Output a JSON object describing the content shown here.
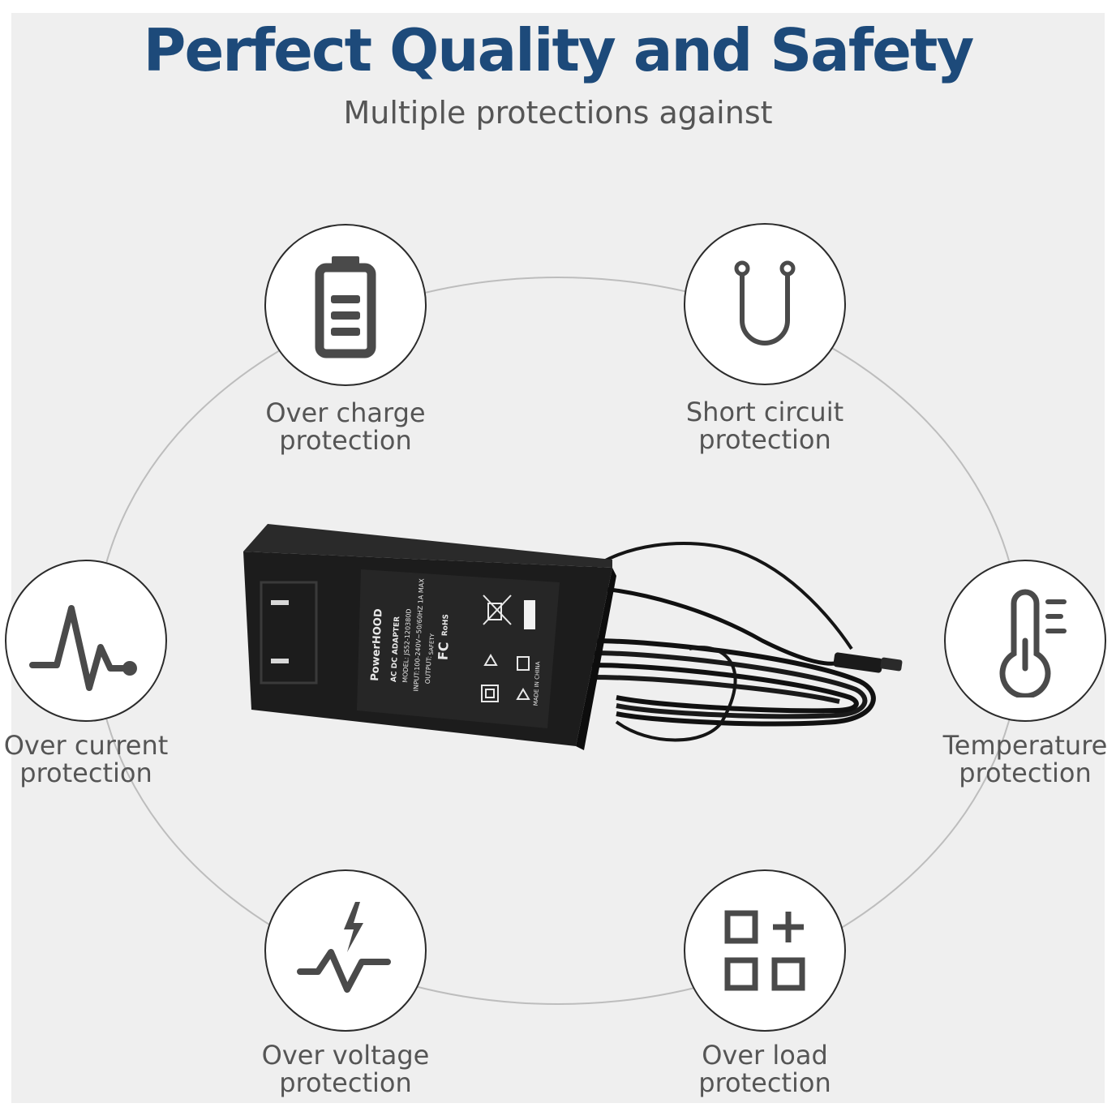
{
  "header": {
    "title": "Perfect Quality and Safety",
    "subtitle": "Multiple protections against"
  },
  "colors": {
    "title": "#1d4a7a",
    "text": "#555555",
    "icon": "#4a4a4a",
    "panel": "#efefef",
    "ring": "#bbbbbb"
  },
  "features": [
    {
      "id": "over-charge",
      "line1": "Over charge",
      "line2": "protection",
      "icon": "battery-icon"
    },
    {
      "id": "short-circuit",
      "line1": "Short circuit",
      "line2": "protection",
      "icon": "u-wire-icon"
    },
    {
      "id": "over-current",
      "line1": "Over current",
      "line2": "protection",
      "icon": "pulse-icon"
    },
    {
      "id": "temperature",
      "line1": "Temperature",
      "line2": "protection",
      "icon": "thermometer-icon"
    },
    {
      "id": "over-voltage",
      "line1": "Over voltage",
      "line2": "protection",
      "icon": "lightning-wave-icon"
    },
    {
      "id": "over-load",
      "line1": "Over load",
      "line2": "protection",
      "icon": "grid-plus-icon"
    }
  ],
  "adapter": {
    "brand": "PowerHOOD",
    "type": "AC DC ADAPTER",
    "model": "MODEL: JS52-120380D",
    "input": "INPUT:100-240V~50/60HZ 1A MAX",
    "output": "OUTPUT:",
    "origin": "MADE IN CHINA",
    "fc": "FC",
    "rohs": "RoHS",
    "safety": "SAFETY"
  }
}
